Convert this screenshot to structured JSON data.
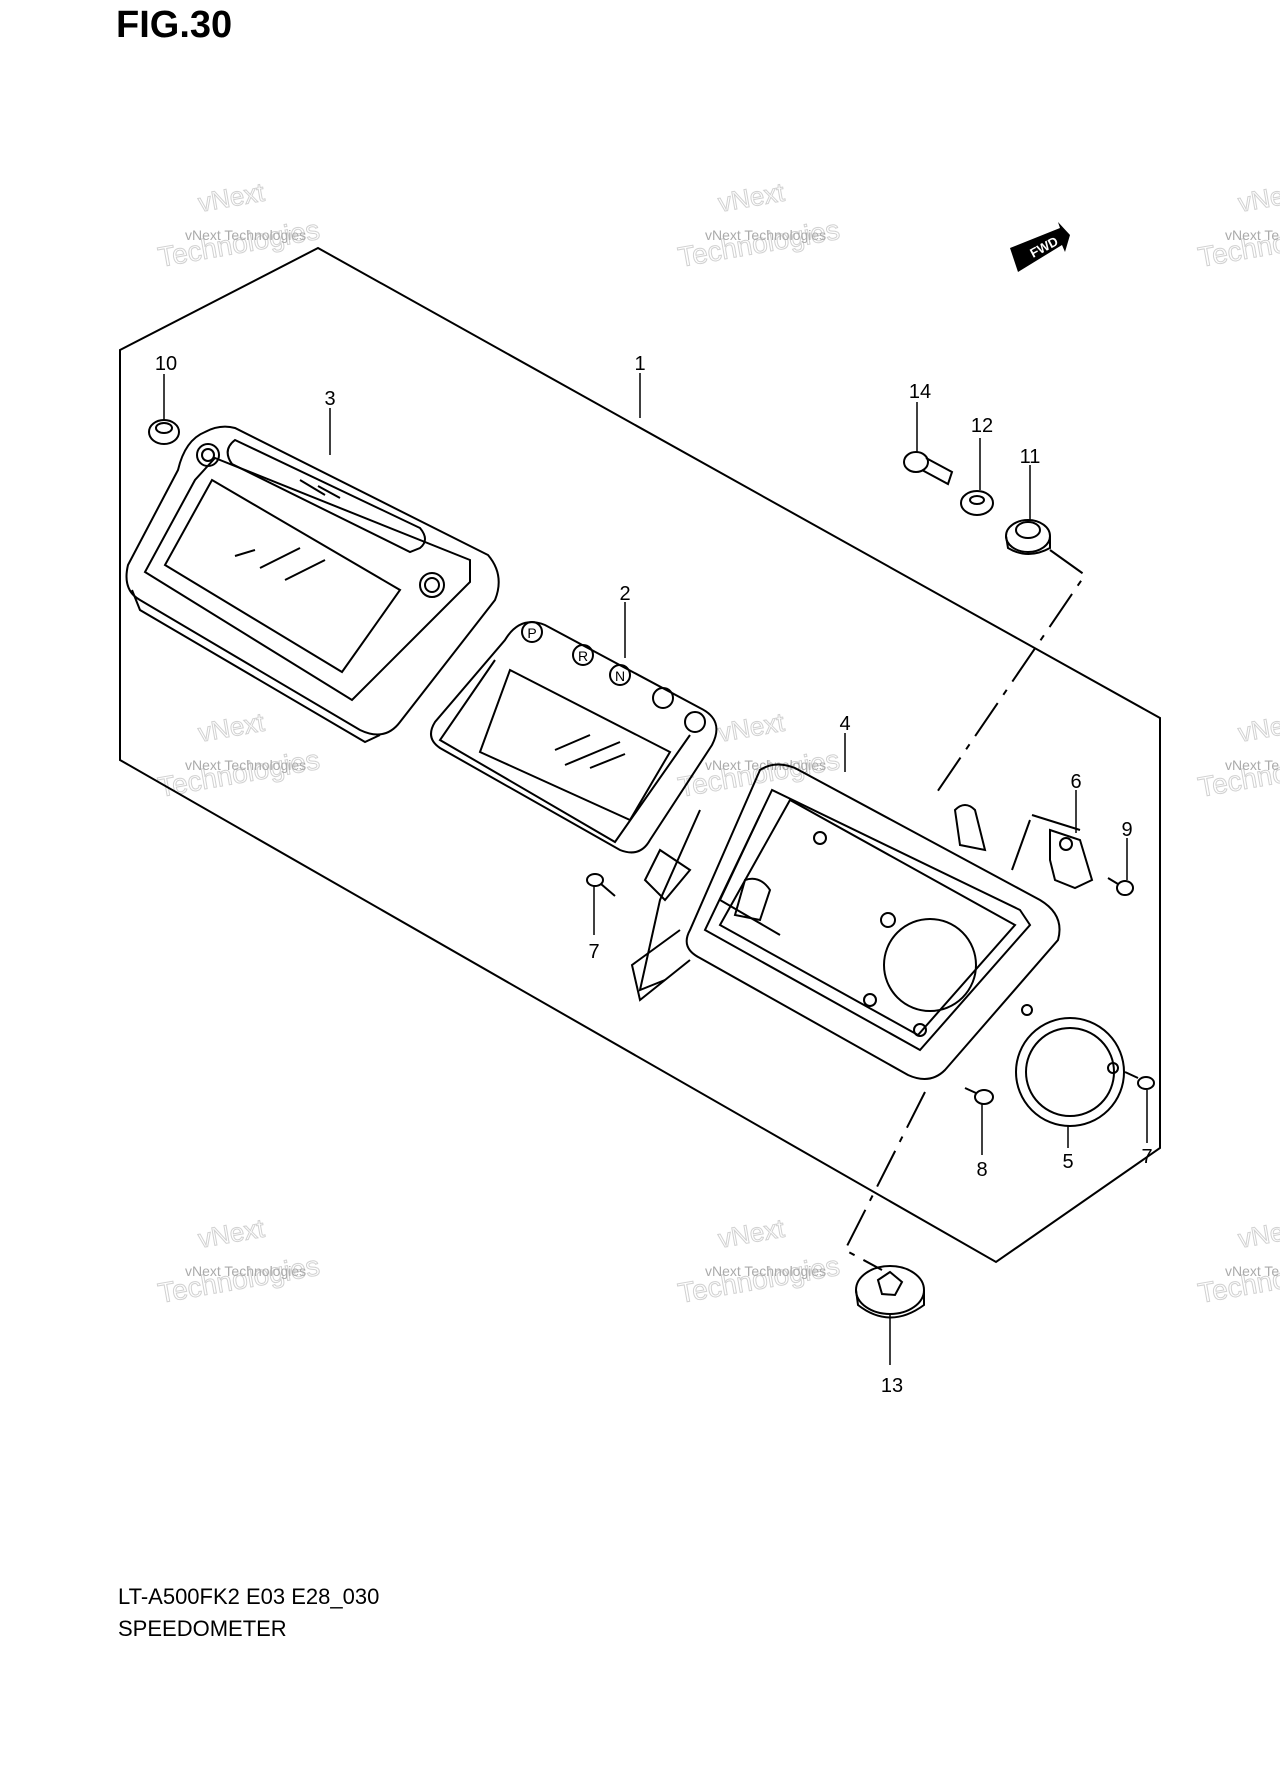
{
  "figure": {
    "title": "FIG.30",
    "model_code": "LT-A500FK2 E03 E28_030",
    "section_name": "SPEEDOMETER",
    "direction_marker": "FWD"
  },
  "callouts": [
    "1",
    "2",
    "3",
    "4",
    "5",
    "6",
    "7",
    "7",
    "8",
    "9",
    "10",
    "11",
    "12",
    "13",
    "14"
  ],
  "gear_indicators": [
    "P",
    "R",
    "N"
  ],
  "watermark": {
    "line1": "vNext",
    "line2": "vNext Technologies",
    "line3": "Technologies"
  }
}
